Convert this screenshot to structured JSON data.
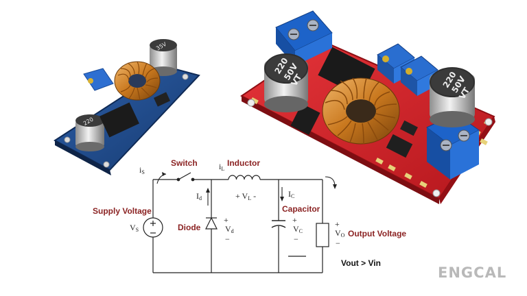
{
  "circuit": {
    "switch_label": "Switch",
    "inductor_label": "Inductor",
    "supply_label": "Supply Voltage",
    "diode_label": "Diode",
    "capacitor_label": "Capacitor",
    "output_label": "Output Voltage",
    "comparison": "Vout > Vin",
    "is": "i",
    "is_sub": "S",
    "il": "i",
    "il_sub": "L",
    "id": "I",
    "id_sub": "d",
    "ic": "I",
    "ic_sub": "C",
    "vs": "V",
    "vs_sub": "S",
    "vl_pre": "+ V",
    "vl_sub": "L",
    "vl_post": " -",
    "vd": "V",
    "vd_sub": "d",
    "vc": "V",
    "vc_sub": "C",
    "vo": "V",
    "vo_sub": "O",
    "plus": "+",
    "minus": "−"
  },
  "modules": {
    "cap_marking_1": "220",
    "cap_marking_2": "50V",
    "cap_marking_3": "VT",
    "cap_marking_c": "220",
    "small_cap_1": "220",
    "small_cap_2": "35V"
  },
  "brand": "ENGCAL",
  "colors": {
    "blue_board": "#1f4a8a",
    "red_board": "#d8232a",
    "terminal_blue": "#1d63c9",
    "coil_copper": "#c9781e",
    "label_red": "#8b2323"
  }
}
